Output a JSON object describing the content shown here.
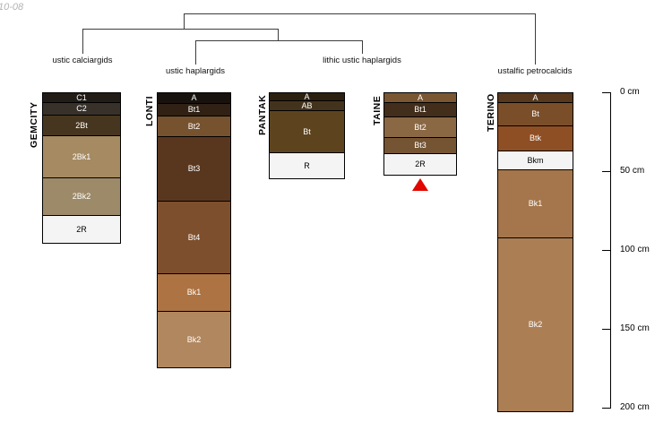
{
  "corner_text": "10-08",
  "dendrogram": {
    "groups": [
      "ustic calciargids",
      "ustic haplargids",
      "lithic ustic haplargids",
      "ustalfic petrocalcids"
    ]
  },
  "profiles": [
    {
      "name": "GEMCITY",
      "group": "ustic calciargids",
      "horizons": [
        {
          "label": "C1",
          "from_cm": 0,
          "to_cm": 6,
          "color": "#211c16"
        },
        {
          "label": "C2",
          "from_cm": 6,
          "to_cm": 14,
          "color": "#37312a"
        },
        {
          "label": "2Bt",
          "from_cm": 14,
          "to_cm": 27,
          "color": "#47361f"
        },
        {
          "label": "2Bk1",
          "from_cm": 27,
          "to_cm": 54,
          "color": "#a58a62"
        },
        {
          "label": "2Bk2",
          "from_cm": 54,
          "to_cm": 78,
          "color": "#9d8a69"
        },
        {
          "label": "2R",
          "from_cm": 78,
          "to_cm": 95,
          "color": "#f4f4f4"
        }
      ]
    },
    {
      "name": "LONTI",
      "group": "ustic haplargids",
      "horizons": [
        {
          "label": "A",
          "from_cm": 0,
          "to_cm": 7,
          "color": "#17120d"
        },
        {
          "label": "Bt1",
          "from_cm": 7,
          "to_cm": 15,
          "color": "#302114"
        },
        {
          "label": "Bt2",
          "from_cm": 15,
          "to_cm": 28,
          "color": "#77522f"
        },
        {
          "label": "Bt3",
          "from_cm": 28,
          "to_cm": 69,
          "color": "#59371e"
        },
        {
          "label": "Bt4",
          "from_cm": 69,
          "to_cm": 115,
          "color": "#7e4f2d"
        },
        {
          "label": "Bk1",
          "from_cm": 115,
          "to_cm": 139,
          "color": "#ad7342"
        },
        {
          "label": "Bk2",
          "from_cm": 139,
          "to_cm": 174,
          "color": "#b1875f"
        }
      ]
    },
    {
      "name": "PANTAK",
      "group": "lithic ustic haplargids",
      "horizons": [
        {
          "label": "A",
          "from_cm": 0,
          "to_cm": 5,
          "color": "#2c2010"
        },
        {
          "label": "AB",
          "from_cm": 5,
          "to_cm": 11,
          "color": "#44331c"
        },
        {
          "label": "Bt",
          "from_cm": 11,
          "to_cm": 38,
          "color": "#5d441f"
        },
        {
          "label": "R",
          "from_cm": 38,
          "to_cm": 54,
          "color": "#f4f4f4"
        }
      ]
    },
    {
      "name": "TAINE",
      "group": "lithic ustic haplargids",
      "horizons": [
        {
          "label": "A",
          "from_cm": 0,
          "to_cm": 6,
          "color": "#7a5632"
        },
        {
          "label": "Bt1",
          "from_cm": 6,
          "to_cm": 15,
          "color": "#432e1b"
        },
        {
          "label": "Bt2",
          "from_cm": 15,
          "to_cm": 28,
          "color": "#8a6844"
        },
        {
          "label": "Bt3",
          "from_cm": 28,
          "to_cm": 38,
          "color": "#755433"
        },
        {
          "label": "2R",
          "from_cm": 38,
          "to_cm": 51,
          "color": "#f4f4f4"
        }
      ]
    },
    {
      "name": "TERINO",
      "group": "ustalfic petrocalcids",
      "horizons": [
        {
          "label": "A",
          "from_cm": 0,
          "to_cm": 6,
          "color": "#57381d"
        },
        {
          "label": "Bt",
          "from_cm": 6,
          "to_cm": 21,
          "color": "#7b4e2a"
        },
        {
          "label": "Btk",
          "from_cm": 21,
          "to_cm": 37,
          "color": "#8f4f24"
        },
        {
          "label": "Bkm",
          "from_cm": 37,
          "to_cm": 49,
          "color": "#f4f4f4"
        },
        {
          "label": "Bk1",
          "from_cm": 49,
          "to_cm": 92,
          "color": "#a5764b"
        },
        {
          "label": "Bk2",
          "from_cm": 92,
          "to_cm": 202,
          "color": "#ab7e54"
        }
      ]
    }
  ],
  "scale": {
    "unit": "cm",
    "ticks": [
      {
        "cm": 0,
        "label": "0 cm"
      },
      {
        "cm": 50,
        "label": "50 cm"
      },
      {
        "cm": 100,
        "label": "100 cm"
      },
      {
        "cm": 150,
        "label": "150 cm"
      },
      {
        "cm": 200,
        "label": "200 cm"
      }
    ]
  },
  "marker": {
    "type": "red-triangle",
    "below_profile": "TAINE",
    "color": "#e10600"
  }
}
